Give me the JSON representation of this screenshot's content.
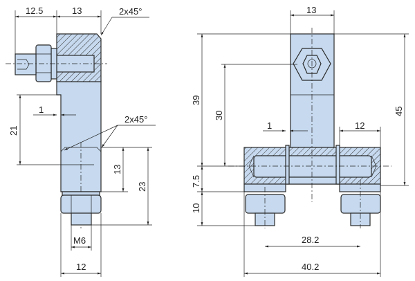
{
  "title": "Clamp assembly technical drawing",
  "side_view": {
    "dim_top_left": "12.5",
    "dim_top_width": "13",
    "chamfer_top": "2x45°",
    "dim_step": "1",
    "dim_21": "21",
    "chamfer_lower": "2x45°",
    "dim_13": "13",
    "dim_23": "23",
    "thread": "M6",
    "dim_width": "12"
  },
  "front_view": {
    "dim_top_width": "13",
    "dim_39": "39",
    "dim_30": "30",
    "dim_45": "45",
    "dim_gap": "1",
    "dim_12": "12",
    "dim_7_5": "7.5",
    "dim_10": "10",
    "dim_28_2": "28.2",
    "dim_40_2": "40.2"
  },
  "colors": {
    "part_fill": "#c6d9ee",
    "line": "#2a2a2a"
  }
}
